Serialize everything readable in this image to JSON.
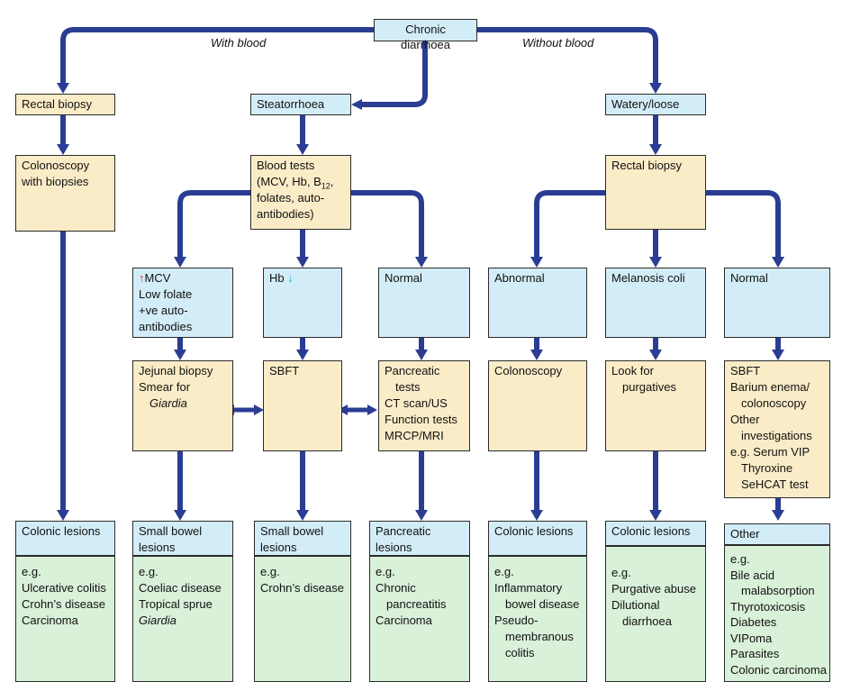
{
  "root": "Chronic diarrhoea",
  "branch_labels": {
    "with_blood": "With blood",
    "without_blood": "Without blood"
  },
  "colors": {
    "blue": "#d3edf8",
    "yellow": "#fbecc8",
    "green": "#d9f0d9",
    "arrow": "#3a4fa0"
  },
  "col1": {
    "rectal_biopsy": "Rectal biopsy",
    "colonoscopy": [
      "Colonoscopy",
      "with biopsies"
    ],
    "lesions_title": "Colonic lesions",
    "lesions": [
      "e.g.",
      "Ulcerative colitis",
      "Crohn’s disease",
      "Carcinoma"
    ]
  },
  "steatorrhoea": {
    "title": "Steatorrhoea",
    "blood_tests": {
      "l1": "Blood tests",
      "l2_pre": "(MCV, Hb, B",
      "l2_sub": "12",
      "l2_post": ",",
      "l3": "folates, auto-",
      "l4": "antibodies)"
    },
    "mcv": {
      "arrow": "↑",
      "l1": "MCV",
      "l2": "Low folate",
      "l3": "+ve auto-",
      "l4": "antibodies"
    },
    "hb": {
      "label": "Hb",
      "arrow": "↓"
    },
    "normal": "Normal",
    "jejunal": {
      "l1": "Jejunal biopsy",
      "l2": "Smear for",
      "l3": "Giardia"
    },
    "sbft": "SBFT",
    "pancreatic": [
      "Pancreatic",
      "tests",
      "CT scan/US",
      "Function tests",
      "MRCP/MRI"
    ],
    "small_bowel_1": {
      "title": [
        "Small bowel",
        "lesions"
      ],
      "body": [
        "e.g.",
        "Coeliac disease",
        "Tropical sprue"
      ],
      "italic": "Giardia"
    },
    "small_bowel_2": {
      "title": [
        "Small bowel",
        "lesions"
      ],
      "body": [
        "e.g.",
        "Crohn’s disease"
      ]
    },
    "pancreatic_lesions": {
      "title": [
        "Pancreatic",
        "lesions"
      ],
      "body": [
        "e.g.",
        "Chronic",
        "pancreatitis",
        "Carcinoma"
      ]
    }
  },
  "watery": {
    "title": "Watery/loose",
    "rectal_biopsy": "Rectal biopsy",
    "abnormal": "Abnormal",
    "melanosis": "Melanosis coli",
    "normal": "Normal",
    "colonoscopy": "Colonoscopy",
    "purgatives": [
      "Look for",
      "purgatives"
    ],
    "sbft_list": [
      "SBFT",
      "Barium enema/",
      "colonoscopy",
      "Other",
      "investigations",
      "e.g. Serum VIP",
      "Thyroxine",
      "SeHCAT test"
    ],
    "colonic_1": {
      "title": "Colonic lesions",
      "body": [
        "e.g.",
        "Inflammatory",
        "bowel disease",
        "Pseudo-",
        "membranous",
        "colitis"
      ]
    },
    "colonic_2": {
      "title": "Colonic lesions",
      "body": [
        "e.g.",
        "Purgative abuse",
        "Dilutional",
        "diarrhoea"
      ]
    },
    "other": {
      "title": "Other",
      "body": [
        "e.g.",
        "Bile acid",
        "malabsorption",
        "Thyrotoxicosis",
        "Diabetes",
        "VIPoma",
        "Parasites",
        "Colonic carcinoma"
      ]
    }
  }
}
